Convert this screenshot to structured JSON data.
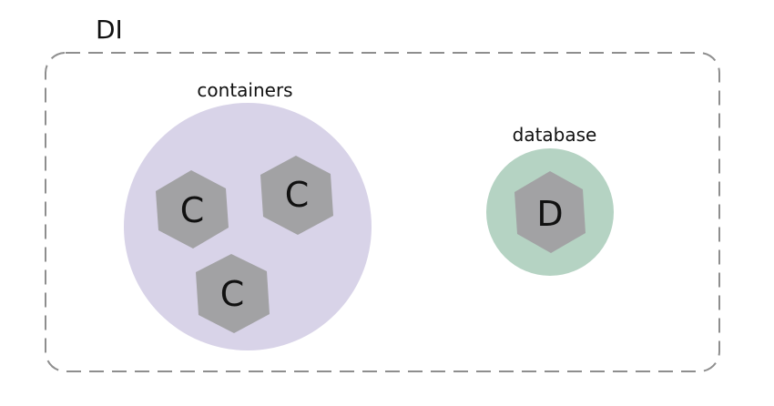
{
  "diagram": {
    "title": "DI",
    "containers": {
      "label": "containers",
      "fill": "#d8d3e8",
      "nodes": [
        {
          "letter": "C"
        },
        {
          "letter": "C"
        },
        {
          "letter": "C"
        }
      ]
    },
    "database": {
      "label": "database",
      "fill": "#b5d3c3",
      "nodes": [
        {
          "letter": "D"
        }
      ]
    },
    "colors": {
      "hexagon": "#a2a2a4",
      "border": "#8e8e8e",
      "text": "#111111"
    }
  }
}
